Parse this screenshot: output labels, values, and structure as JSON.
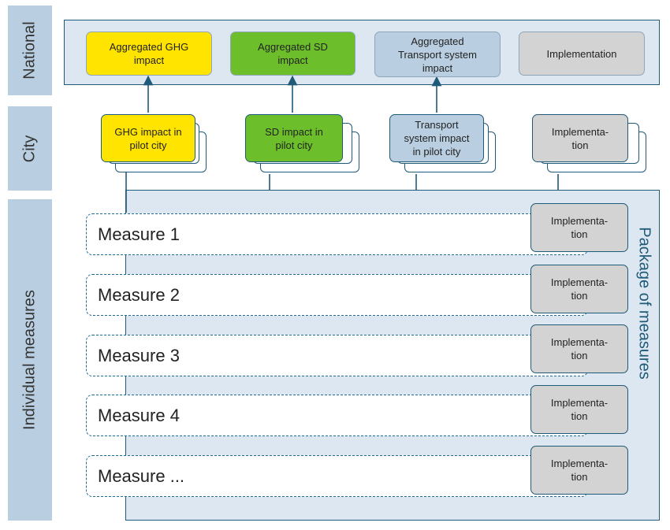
{
  "bands": {
    "national": "National",
    "city": "City",
    "individual": "Individual measures"
  },
  "national": {
    "boxes": [
      {
        "label": "Aggregated GHG\nimpact",
        "color": "#ffe400"
      },
      {
        "label": "Aggregated SD\nimpact",
        "color": "#6cbf2b"
      },
      {
        "label": "Aggregated\nTransport system\nimpact",
        "color": "#b9cfe1"
      },
      {
        "label": "Implementation",
        "color": "#d3d3d3"
      }
    ]
  },
  "city": {
    "boxes": [
      {
        "label": "GHG impact in\npilot city",
        "color": "#ffe400"
      },
      {
        "label": "SD impact in\npilot city",
        "color": "#6cbf2b"
      },
      {
        "label": "Transport\nsystem impact\nin pilot city",
        "color": "#b9cfe1"
      },
      {
        "label": "Implementa-\ntion",
        "color": "#d3d3d3"
      }
    ]
  },
  "measures": {
    "items": [
      {
        "label": "Measure 1",
        "impl": "Implementa-\ntion"
      },
      {
        "label": "Measure 2",
        "impl": "Implementa-\ntion"
      },
      {
        "label": "Measure 3",
        "impl": "Implementa-\ntion"
      },
      {
        "label": "Measure 4",
        "impl": "Implementa-\ntion"
      },
      {
        "label": "Measure ...",
        "impl": "Implementa-\ntion"
      }
    ],
    "package_label": "Package of measures"
  },
  "colors": {
    "band": "#b9cfe1",
    "panel": "#dce7f1",
    "border": "#1f5a78"
  }
}
